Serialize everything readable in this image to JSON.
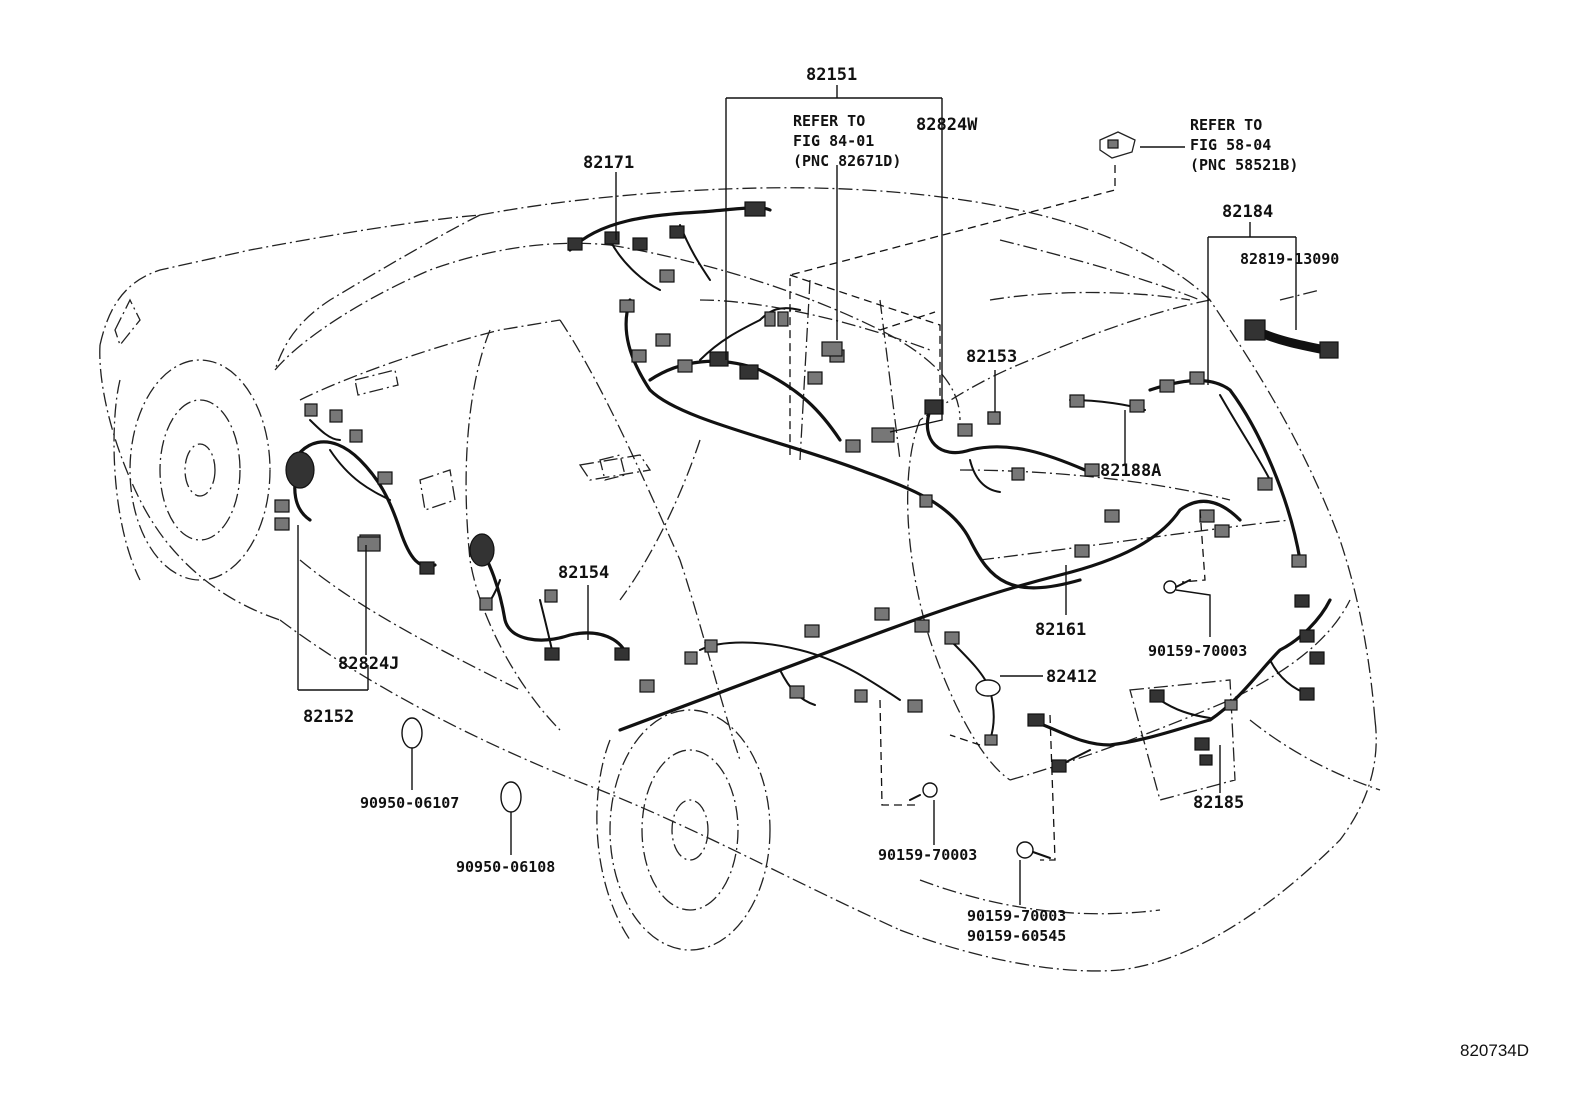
{
  "labels": {
    "l82151": "82151",
    "l82171": "82171",
    "l82824W": "82824W",
    "l82184": "82184",
    "l82819": "82819-13090",
    "l82153": "82153",
    "l82188A": "82188A",
    "l82161": "82161",
    "l90159a": "90159-70003",
    "l82154": "82154",
    "l82824J": "82824J",
    "l82152": "82152",
    "l82412": "82412",
    "l90950a": "90950-06107",
    "l90950b": "90950-06108",
    "l90159b": "90159-70003",
    "l90159c": "90159-70003",
    "l90159d": "90159-60545",
    "l82185": "82185"
  },
  "notes": {
    "refer1": [
      "REFER TO",
      "FIG 84-01",
      "(PNC 82671D)"
    ],
    "refer2": [
      "REFER TO",
      "FIG 58-04",
      "(PNC 58521B)"
    ]
  },
  "figure_id": "820734D"
}
